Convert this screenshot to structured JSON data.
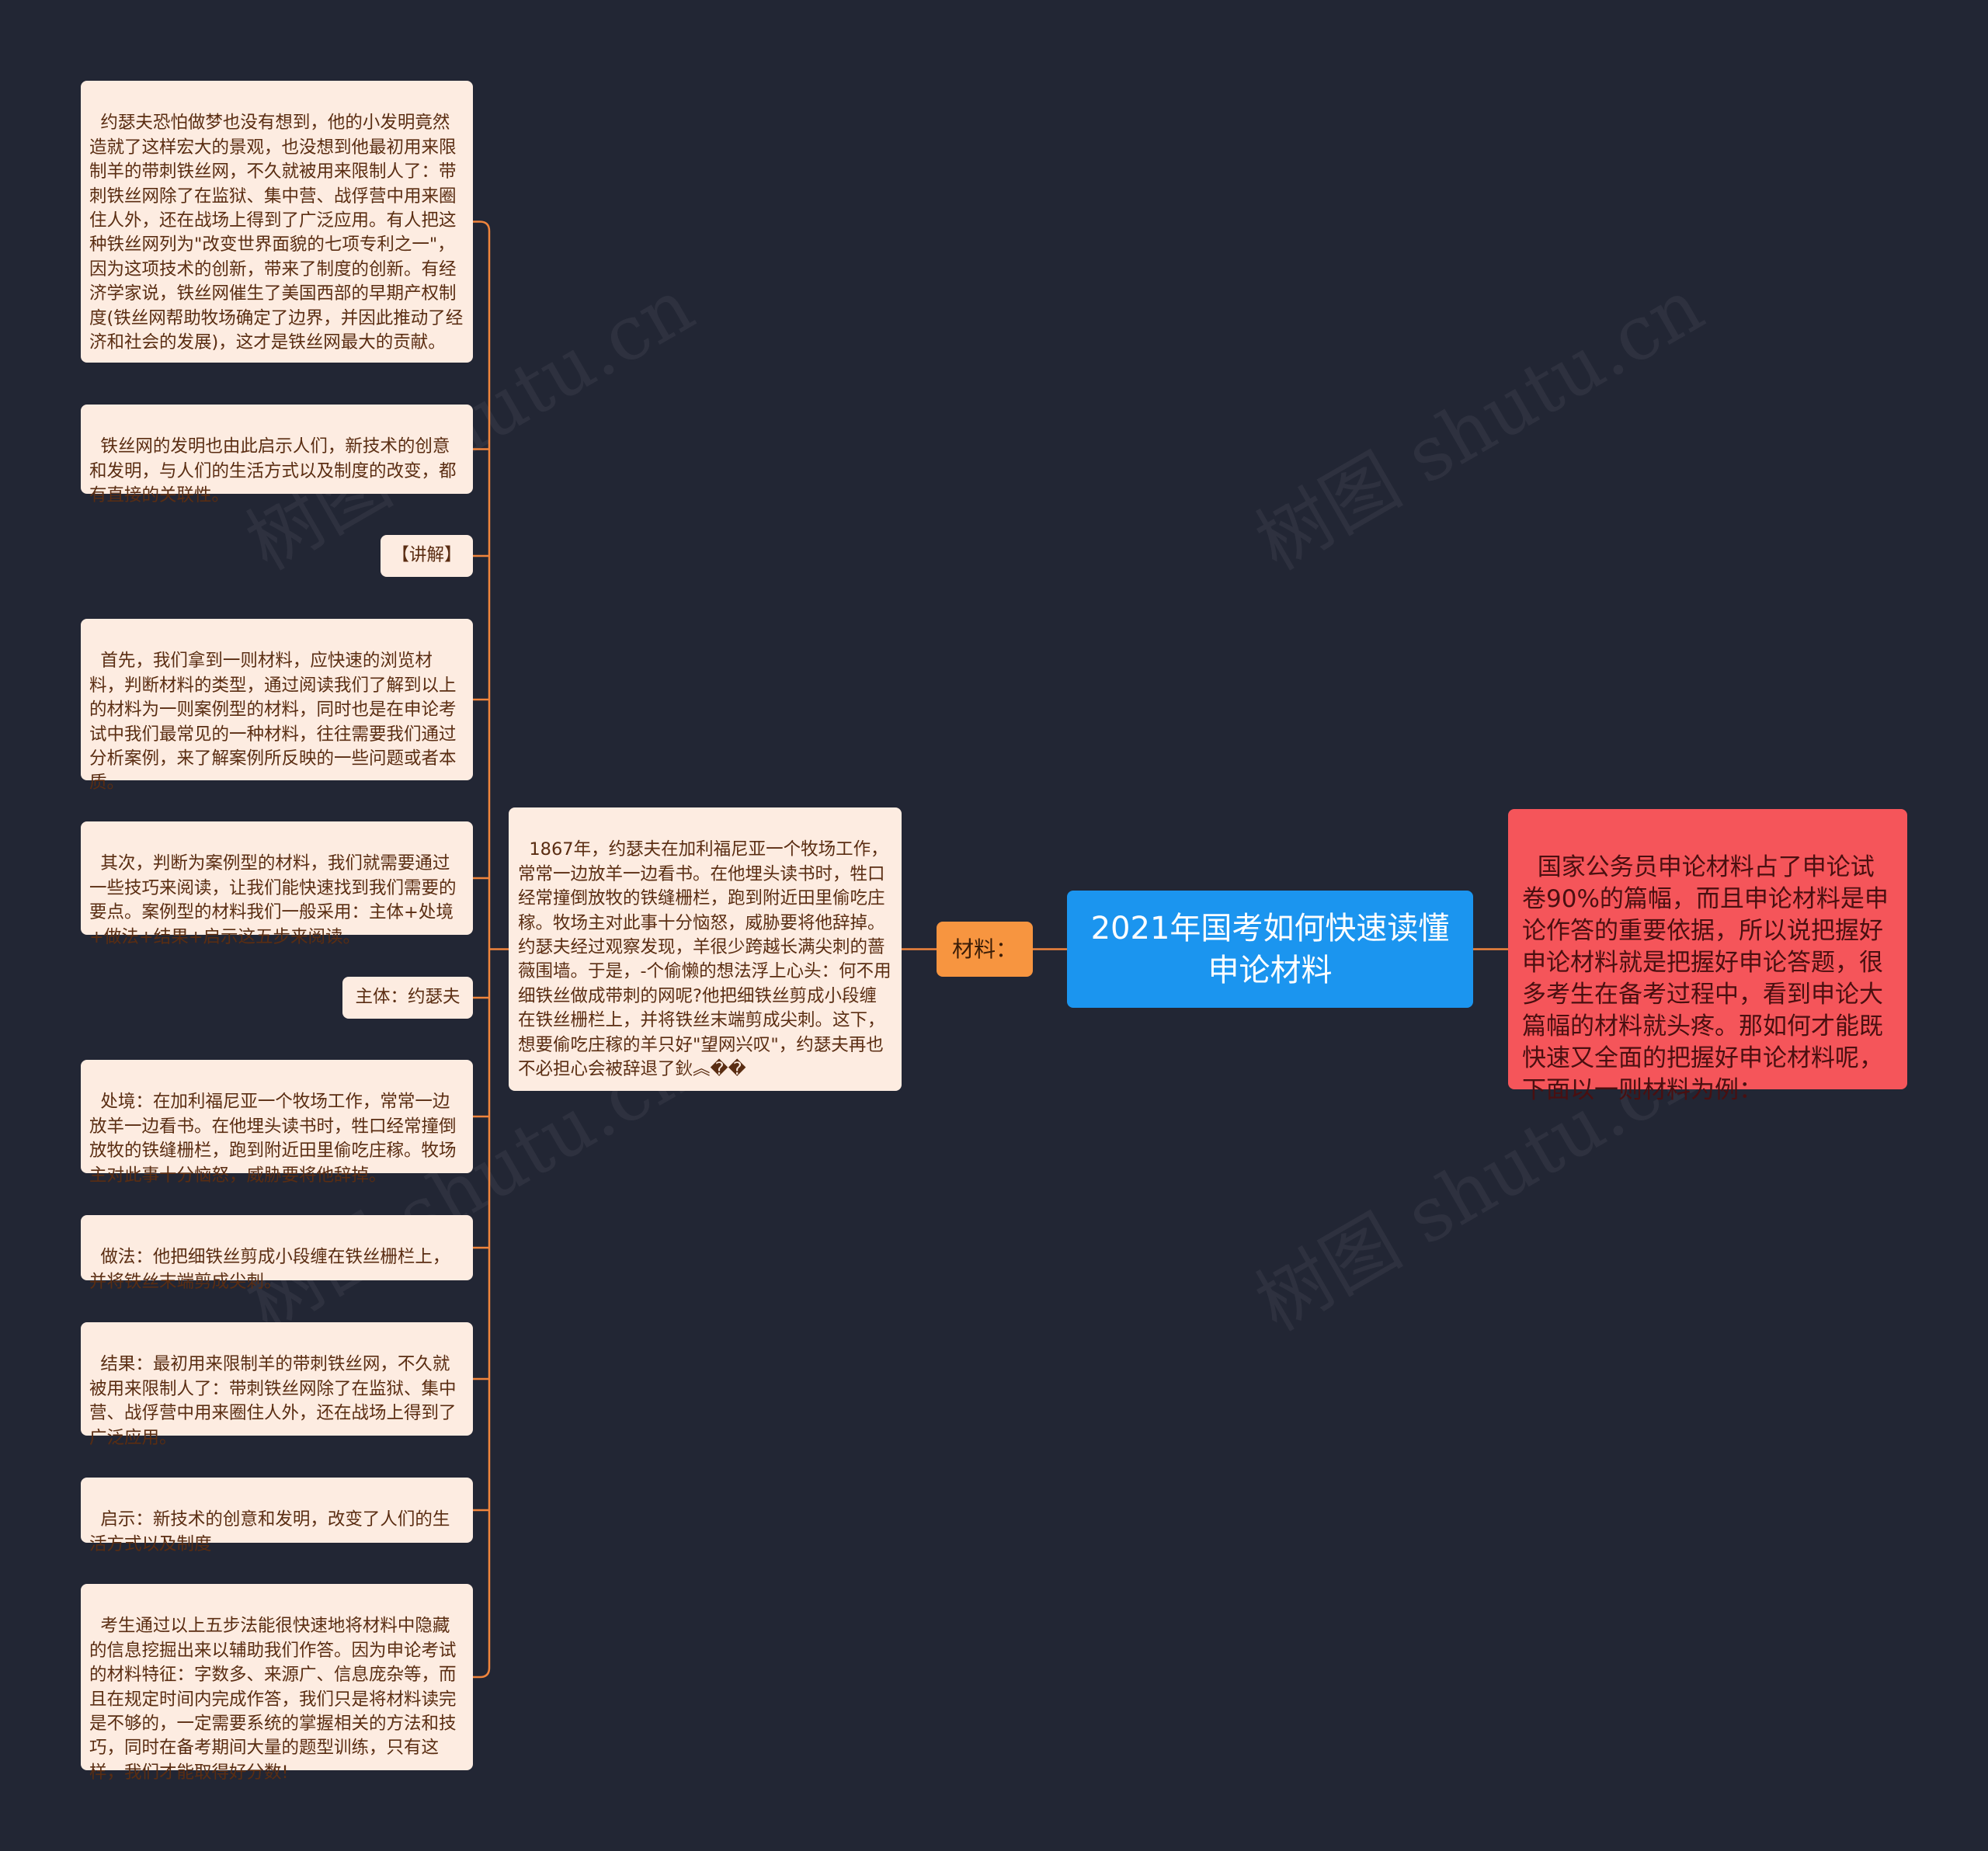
{
  "watermark": "树图 shutu.cn",
  "colors": {
    "background": "#222634",
    "connector": "#f0843c",
    "root": "#1b95ef",
    "intro": "#f5555a",
    "label": "#f79540",
    "leaf": "#fdece1"
  },
  "root": {
    "title": "2021年国考如何快速读懂申论材料"
  },
  "intro": {
    "text": "国家公务员申论材料占了申论试卷90%的篇幅，而且申论材料是申论作答的重要依据，所以说把握好申论材料就是把握好申论答题，很多考生在备考过程中，看到申论大篇幅的材料就头疼。那如何才能既快速又全面的把握好申论材料呢，下面以一则材料为例："
  },
  "branch": {
    "label": "材料："
  },
  "material": {
    "text": "1867年，约瑟夫在加利福尼亚一个牧场工作，常常一边放羊一边看书。在他埋头读书时，牲口经常撞倒放牧的铁缝栅栏，跑到附近田里偷吃庄稼。牧场主对此事十分恼怒，威胁要将他辞掉。约瑟夫经过观察发现，羊很少跨越长满尖刺的蔷薇围墙。于是，-个偷懒的想法浮上心头：何不用细铁丝做成带刺的网呢?他把细铁丝剪成小段缠在铁丝栅栏上，并将铁丝末端剪成尖刺。这下，想要偷吃庄稼的羊只好\"望网兴叹\"，约瑟夫再也不必担心会被辞退了鈥︽��"
  },
  "leaves": [
    "约瑟夫恐怕做梦也没有想到，他的小发明竟然造就了这样宏大的景观，也没想到他最初用来限制羊的带刺铁丝网，不久就被用来限制人了：带刺铁丝网除了在监狱、集中营、战俘营中用来圈住人外，还在战场上得到了广泛应用。有人把这种铁丝网列为\"改变世界面貌的七项专利之一\"，因为这项技术的创新，带来了制度的创新。有经济学家说，铁丝网催生了美国西部的早期产权制度(铁丝网帮助牧场确定了边界，并因此推动了经济和社会的发展)，这才是铁丝网最大的贡献。",
    "铁丝网的发明也由此启示人们，新技术的创意和发明，与人们的生活方式以及制度的改变，都有直接的关联性。",
    "【讲解】",
    "首先，我们拿到一则材料，应快速的浏览材料，判断材料的类型，通过阅读我们了解到以上的材料为一则案例型的材料，同时也是在申论考试中我们最常见的一种材料，往往需要我们通过分析案例，来了解案例所反映的一些问题或者本质。",
    "其次，判断为案例型的材料，我们就需要通过一些技巧来阅读，让我们能快速找到我们需要的要点。案例型的材料我们一般采用：主体+处境+做法+结果+启示这五步来阅读。",
    "主体：约瑟夫",
    "处境：在加利福尼亚一个牧场工作，常常一边放羊一边看书。在他埋头读书时，牲口经常撞倒放牧的铁缝栅栏，跑到附近田里偷吃庄稼。牧场主对此事十分恼怒，威胁要将他辞掉。",
    "做法：他把细铁丝剪成小段缠在铁丝栅栏上，并将铁丝末端剪成尖刺。",
    "结果：最初用来限制羊的带刺铁丝网，不久就被用来限制人了：带刺铁丝网除了在监狱、集中营、战俘营中用来圈住人外，还在战场上得到了广泛应用。",
    "启示：新技术的创意和发明，改变了人们的生活方式以及制度",
    "考生通过以上五步法能很快速地将材料中隐藏的信息挖掘出来以辅助我们作答。因为申论考试的材料特征：字数多、来源广、信息庞杂等，而且在规定时间内完成作答，我们只是将材料读完是不够的，一定需要系统的掌握相关的方法和技巧，同时在备考期间大量的题型训练，只有这样，我们才能取得好分数!"
  ]
}
